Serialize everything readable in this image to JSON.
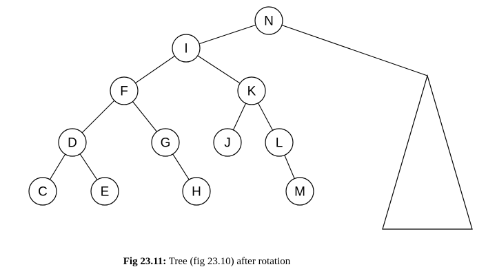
{
  "diagram": {
    "nodes": [
      {
        "id": "N",
        "label": "N"
      },
      {
        "id": "I",
        "label": "I"
      },
      {
        "id": "F",
        "label": "F"
      },
      {
        "id": "K",
        "label": "K"
      },
      {
        "id": "D",
        "label": "D"
      },
      {
        "id": "G",
        "label": "G"
      },
      {
        "id": "J",
        "label": "J"
      },
      {
        "id": "L",
        "label": "L"
      },
      {
        "id": "C",
        "label": "C"
      },
      {
        "id": "E",
        "label": "E"
      },
      {
        "id": "H",
        "label": "H"
      },
      {
        "id": "M",
        "label": "M"
      }
    ],
    "edges": [
      [
        "N",
        "I"
      ],
      [
        "N",
        "subtree"
      ],
      [
        "I",
        "F"
      ],
      [
        "I",
        "K"
      ],
      [
        "F",
        "D"
      ],
      [
        "F",
        "G"
      ],
      [
        "K",
        "J"
      ],
      [
        "K",
        "L"
      ],
      [
        "D",
        "C"
      ],
      [
        "D",
        "E"
      ],
      [
        "G",
        "H"
      ],
      [
        "L",
        "M"
      ]
    ]
  },
  "caption": {
    "label": "Fig 23.11:",
    "text": " Tree (fig 23.10) after rotation"
  }
}
